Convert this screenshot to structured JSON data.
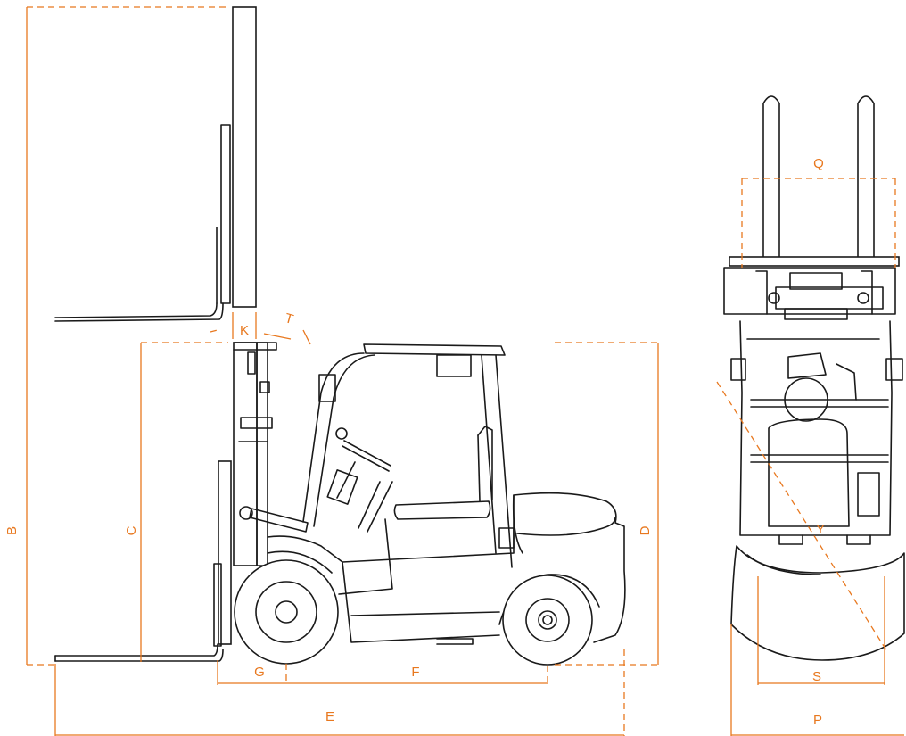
{
  "colors": {
    "dimension": "#e8781f",
    "outline": "#1a1a1a",
    "background": "#ffffff"
  },
  "side_view": {
    "labels": {
      "B": "B",
      "C": "C",
      "D": "D",
      "E": "E",
      "F": "F",
      "G": "G",
      "K": "K",
      "T": "T"
    }
  },
  "rear_view": {
    "labels": {
      "Q": "Q",
      "S": "S",
      "P": "P",
      "Y": "Y"
    }
  }
}
